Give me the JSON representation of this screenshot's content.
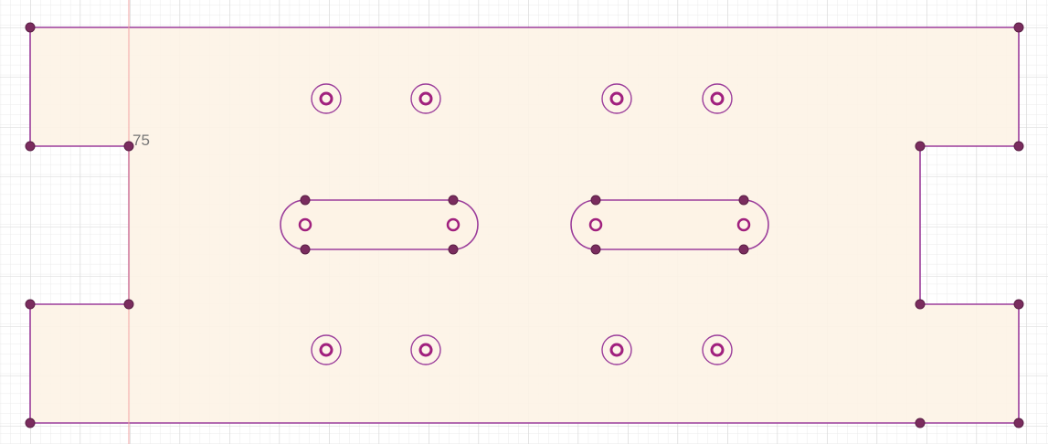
{
  "dimension_label": "75",
  "colors": {
    "background": "#ffffff",
    "grid_minor": "#e8e8e8",
    "grid_major": "#d4d4d4",
    "profile_fill": "#fdf4e8",
    "sketch_line": "#9b3d9b",
    "point": "#7a2c5e",
    "hole": "#a0207e",
    "axis_line": "#f0a0a0",
    "dimension_text": "#777777"
  },
  "icons": {
    "sketch_point": "filled-circle",
    "hole": "concentric-circles"
  }
}
